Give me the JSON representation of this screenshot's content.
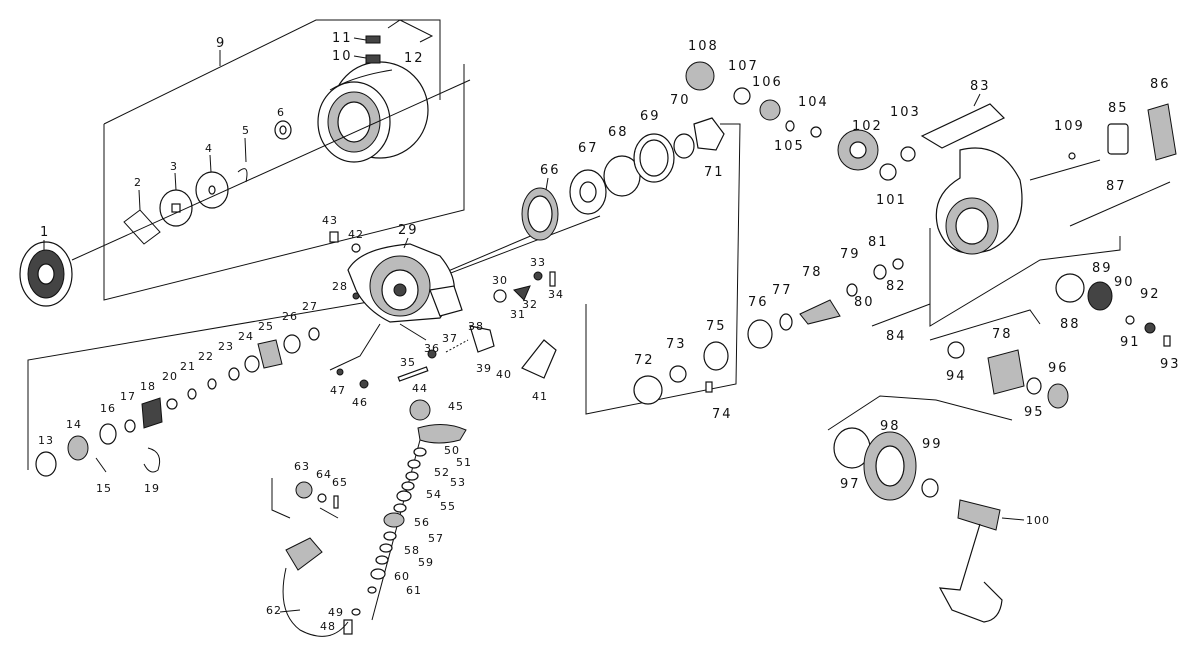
{
  "diagram": {
    "labels": {
      "p1": "1",
      "p2": "2",
      "p3": "3",
      "p4": "4",
      "p5": "5",
      "p6": "6",
      "p9": "9",
      "p10": "10",
      "p11": "11",
      "p12": "12",
      "p13": "13",
      "p14": "14",
      "p15": "15",
      "p16": "16",
      "p17": "17",
      "p18": "18",
      "p19": "19",
      "p20": "20",
      "p21": "21",
      "p22": "22",
      "p23": "23",
      "p24": "24",
      "p25": "25",
      "p26": "26",
      "p27": "27",
      "p28": "28",
      "p29": "29",
      "p30": "30",
      "p31": "31",
      "p32": "32",
      "p33": "33",
      "p34": "34",
      "p35": "35",
      "p36": "36",
      "p37": "37",
      "p38": "38",
      "p39": "39",
      "p40": "40",
      "p41": "41",
      "p42": "42",
      "p43": "43",
      "p44": "44",
      "p45": "45",
      "p46": "46",
      "p47": "47",
      "p48": "48",
      "p49": "49",
      "p50": "50",
      "p51": "51",
      "p52": "52",
      "p53": "53",
      "p54": "54",
      "p55": "55",
      "p56": "56",
      "p57": "57",
      "p58": "58",
      "p59": "59",
      "p60": "60",
      "p61": "61",
      "p62": "62",
      "p63": "63",
      "p64": "64",
      "p65": "65",
      "p66": "66",
      "p67": "67",
      "p68": "68",
      "p69": "69",
      "p70": "70",
      "p71": "71",
      "p72": "72",
      "p73": "73",
      "p74": "74",
      "p75": "75",
      "p76": "76",
      "p77": "77",
      "p78a": "78",
      "p78b": "78",
      "p79": "79",
      "p80": "80",
      "p81": "81",
      "p82": "82",
      "p83": "83",
      "p84": "84",
      "p85": "85",
      "p86": "86",
      "p87": "87",
      "p88": "88",
      "p89": "89",
      "p90": "90",
      "p91": "91",
      "p92": "92",
      "p93": "93",
      "p94": "94",
      "p95": "95",
      "p96": "96",
      "p97": "97",
      "p98": "98",
      "p99": "99",
      "p100": "100",
      "p101": "101",
      "p102": "102",
      "p103": "103",
      "p104": "104",
      "p105": "105",
      "p106": "106",
      "p107": "107",
      "p108": "108",
      "p109": "109"
    }
  }
}
